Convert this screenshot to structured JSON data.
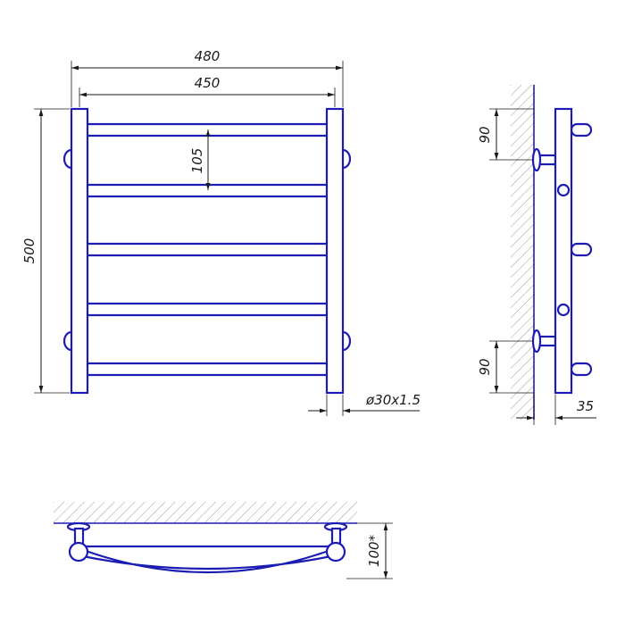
{
  "dimensions": {
    "overall_width": "480",
    "between_posts": "450",
    "rung_spacing": "105",
    "height": "500",
    "tube": "ø30x1.5",
    "top_mount": "90",
    "bottom_mount": "90",
    "wall_offset": "35",
    "depth": "100*"
  },
  "colors": {
    "part": "#1c1cb4",
    "dimension": "#1a1a1a",
    "hatch": "#555555"
  }
}
